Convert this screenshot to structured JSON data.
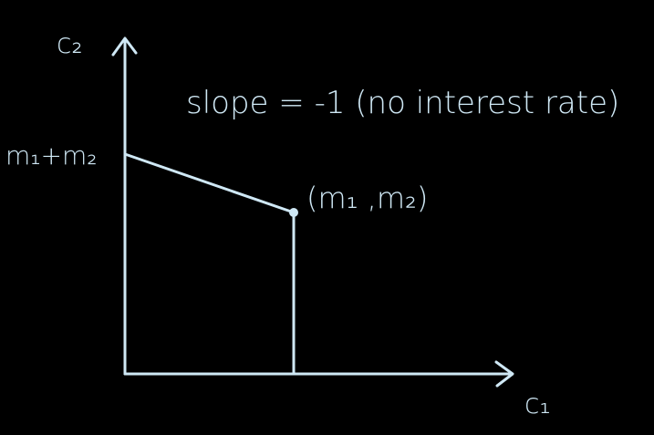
{
  "colors": {
    "background": "#000000",
    "ink": "#cfe8f5"
  },
  "diagram": {
    "y_axis_label": "c₂",
    "x_axis_label": "c₁",
    "y_intercept_label": "m₁+m₂",
    "point_label": "(m₁ ,m₂)",
    "annotation": "slope = -1 (no interest rate)"
  }
}
